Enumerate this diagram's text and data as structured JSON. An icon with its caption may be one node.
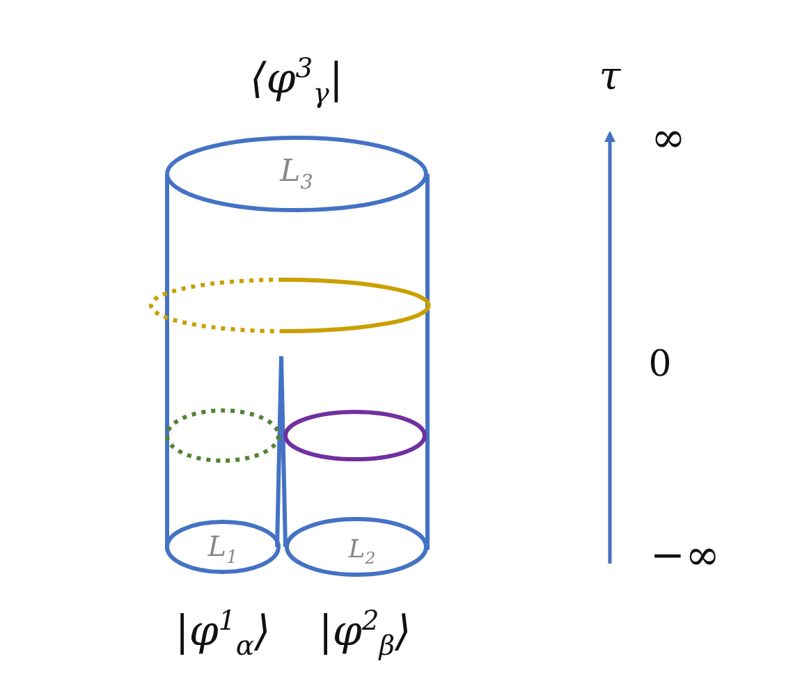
{
  "diagram": {
    "labels": [
      "⟨φ$^{3}$$_{γ}$|",
      "L$_{3}$",
      "L$_{1}$",
      "L$_{2}$",
      "|φ$^{1}$$_{α}$⟩",
      "|φ$^{2}$$_{β}$⟩",
      "τ",
      "∞",
      "0",
      "−∞"
    ]
  }
}
